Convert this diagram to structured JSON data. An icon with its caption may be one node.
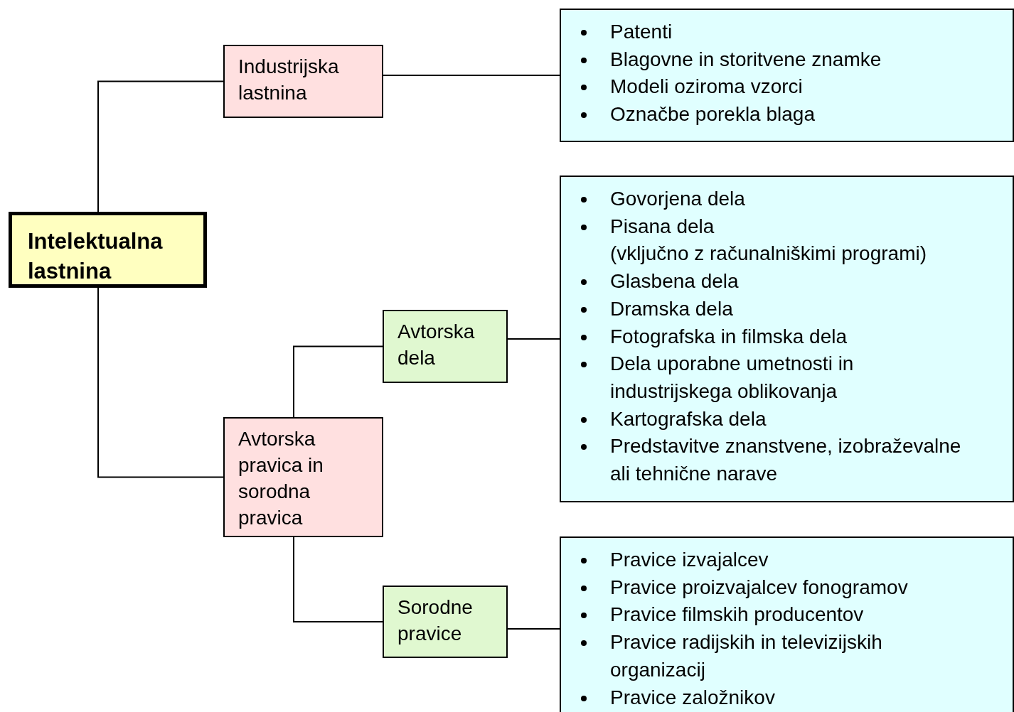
{
  "diagram": {
    "nodes": [
      {
        "text": [
          "Intelektualna lastnina"
        ]
      },
      {
        "text": [
          "Industrijska lastnina"
        ]
      },
      {
        "text": [
          "Avtorska pravica in sorodna pravica"
        ]
      },
      {
        "text": [
          "Avtorska dela"
        ]
      },
      {
        "text": [
          "Sorodne pravice"
        ]
      },
      {
        "text": [
          "Patenti",
          "Blagovne in storitvene znamke",
          "Modeli oziroma vzorci",
          "Označbe porekla blaga"
        ]
      },
      {
        "text": [
          "Govorjena dela",
          "Pisana dela (vključno z računalniškimi programi)",
          "Glasbena dela",
          "Dramska dela",
          "Fotografska in filmska dela",
          "Dela uporabne umetnosti in industrijskega oblikovanja",
          "Kartografska dela",
          "Predstavitve znanstvene, izobraževalne ali tehnične narave"
        ]
      },
      {
        "text": [
          "Pravice izvajalcev",
          "Pravice proizvajalcev fonogramov",
          "Pravice filmskih producentov",
          "Pravice radijskih in televizijskih organizacij",
          "Pravice založnikov"
        ]
      }
    ],
    "edges": [
      {
        "from": 0,
        "to": 1,
        "arrow": "none"
      },
      {
        "from": 0,
        "to": 2,
        "arrow": "none"
      },
      {
        "from": 1,
        "to": 5,
        "arrow": "none"
      },
      {
        "from": 2,
        "to": 3,
        "arrow": "none"
      },
      {
        "from": 2,
        "to": 4,
        "arrow": "none"
      },
      {
        "from": 3,
        "to": 6,
        "arrow": "none"
      },
      {
        "from": 4,
        "to": 7,
        "arrow": "none"
      }
    ]
  }
}
